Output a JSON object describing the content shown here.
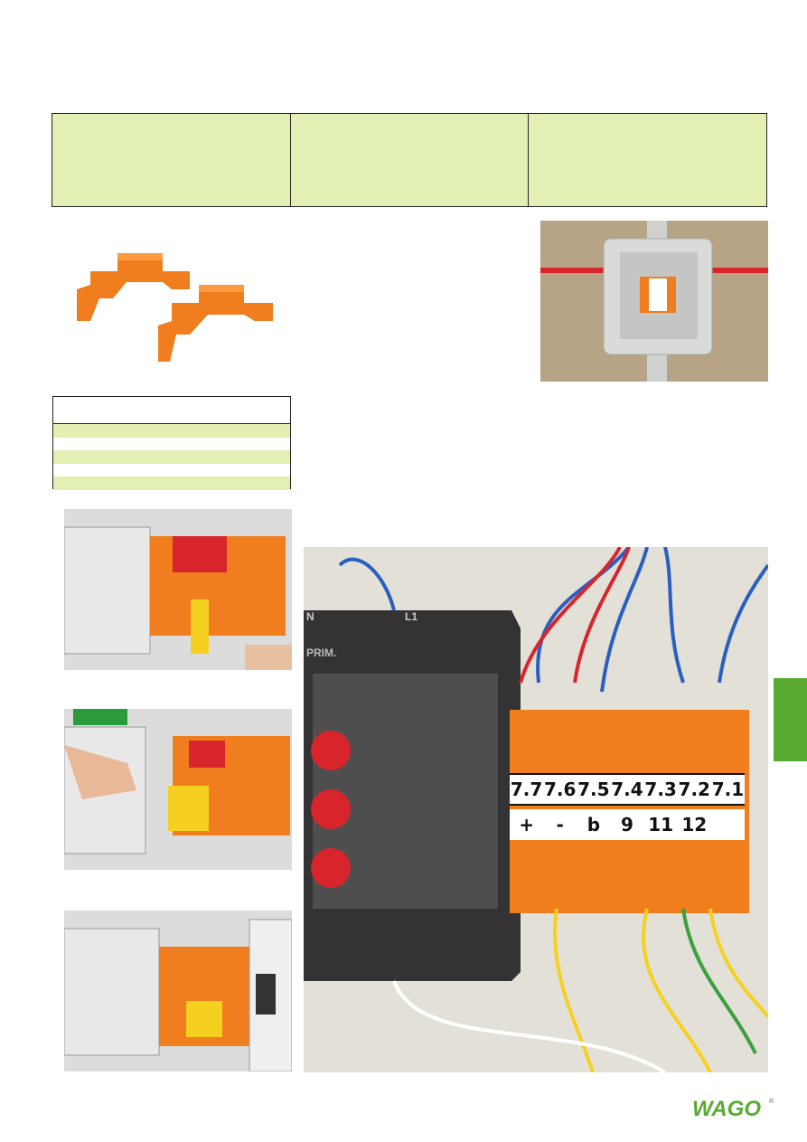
{
  "photo_main": {
    "terminal_top_labels": [
      "7.7",
      "7.6",
      "7.5",
      "7.4",
      "7.3",
      "7.2",
      "7.1"
    ],
    "terminal_bottom_labels": [
      "+",
      "-",
      "b",
      "9",
      "11",
      "12"
    ],
    "transformer_labels": {
      "n": "N",
      "l1": "L1",
      "prim": "PRIM."
    }
  },
  "brand": {
    "logo": "WAGO",
    "color": "#5aab32"
  },
  "colors": {
    "table_fill": "#e3f0b4",
    "accent_orange": "#f07d1e"
  }
}
